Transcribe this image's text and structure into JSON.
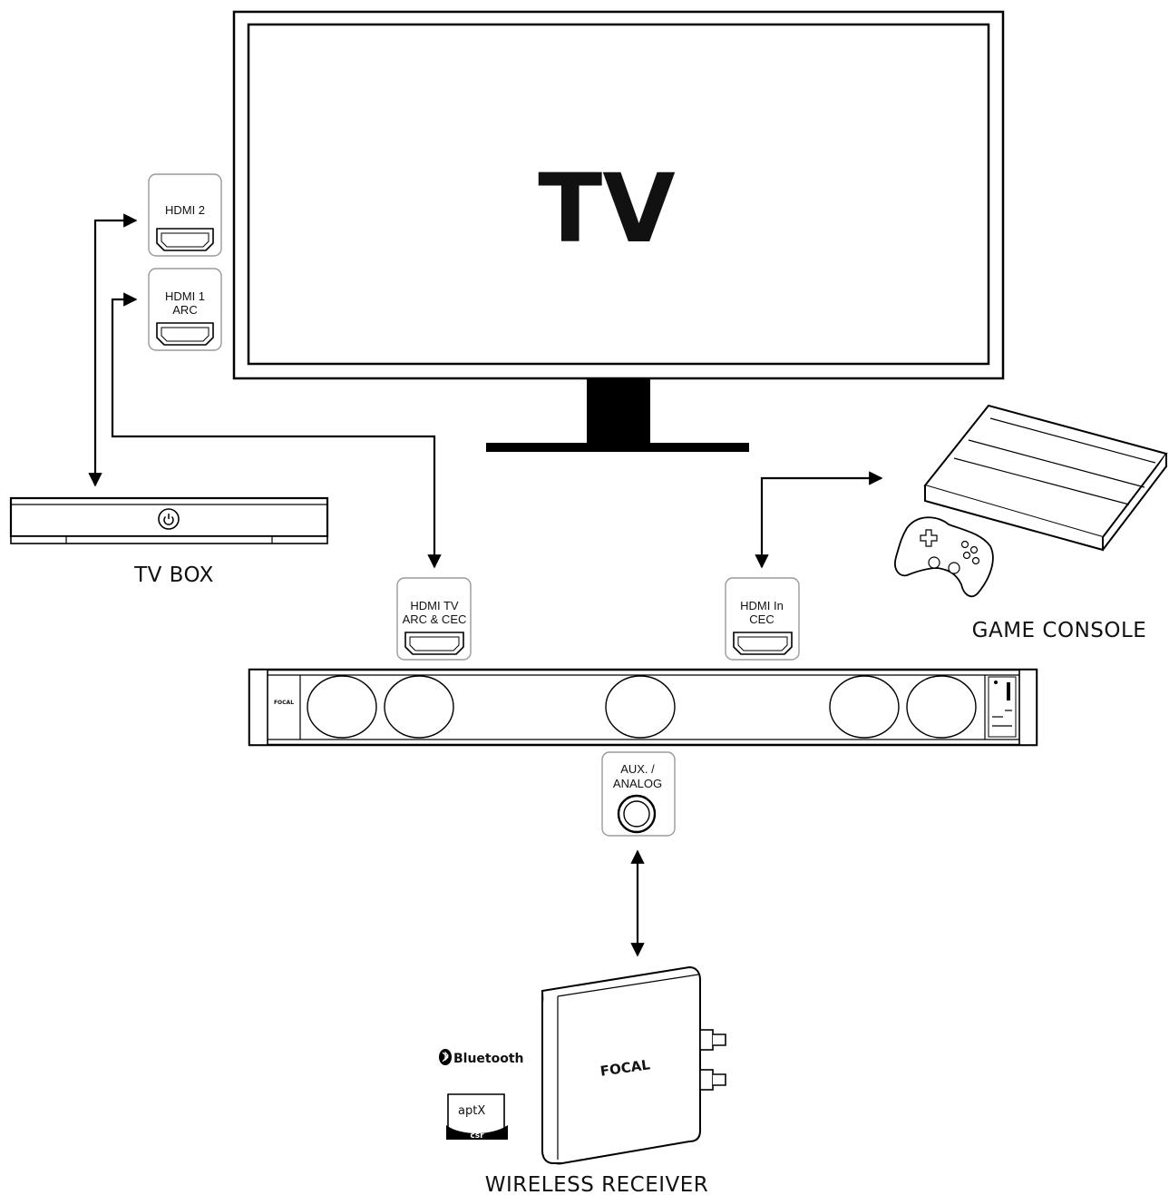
{
  "tv": {
    "label": "TV"
  },
  "tv_ports": {
    "hdmi2": {
      "line1": "HDMI 2"
    },
    "hdmi1": {
      "line1": "HDMI 1",
      "line2": "ARC"
    }
  },
  "tv_box": {
    "label": "TV BOX"
  },
  "soundbar": {
    "brand": "FOCAL",
    "ports": {
      "hdmi_tv": {
        "line1": "HDMI TV",
        "line2": "ARC & CEC"
      },
      "hdmi_in": {
        "line1": "HDMI In",
        "line2": "CEC"
      },
      "aux": {
        "line1": "AUX. /",
        "line2": "ANALOG"
      }
    }
  },
  "game_console": {
    "label": "GAME CONSOLE"
  },
  "wireless_receiver": {
    "label": "WIRELESS RECEIVER",
    "brand": "FOCAL",
    "logos": {
      "bluetooth": "Bluetooth",
      "aptx": "aptX",
      "csr": "csr"
    }
  },
  "colors": {
    "ink": "#000000",
    "port_border": "#9a9a9a",
    "background": "#ffffff"
  }
}
